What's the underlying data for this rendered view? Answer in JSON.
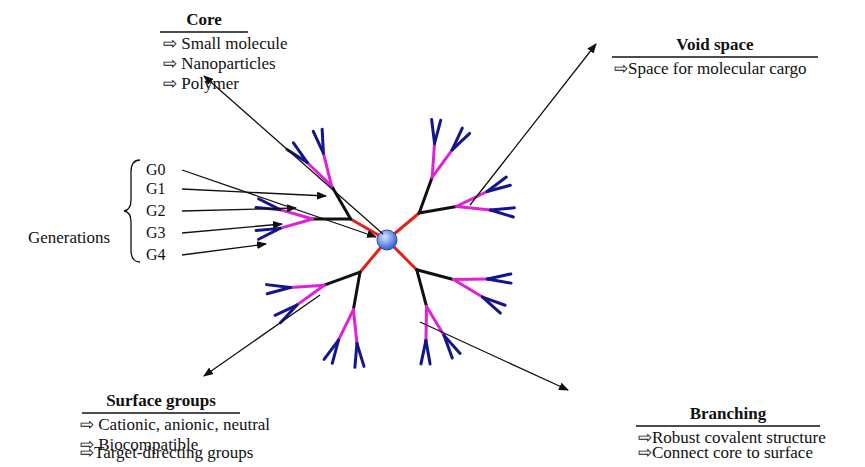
{
  "diagram": {
    "labels": [
      "Core",
      "⇨ Small molecule",
      "⇨ Nanoparticles",
      "⇨ Polymer",
      "Void space",
      "⇨Space for molecular cargo",
      "Generations",
      "G0",
      "G1",
      "G2",
      "G3",
      "G4",
      "Surface groups",
      "⇨ Cationic, anionic, neutral",
      "⇨ Biocompatible",
      "⇨Target-directing groups",
      "Branching",
      "⇨Robust covalent structure",
      "⇨Connect core to surface"
    ]
  }
}
